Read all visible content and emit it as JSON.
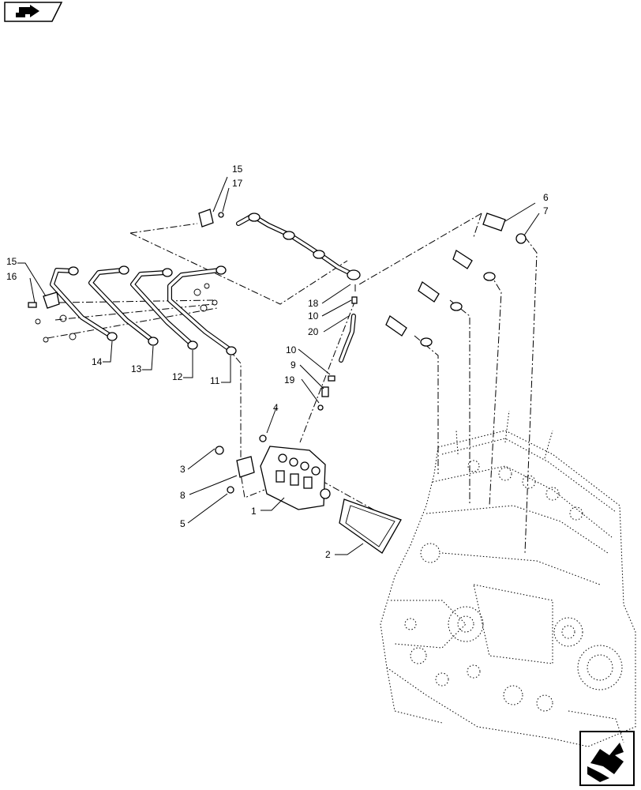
{
  "icons": {
    "top_left": "page-return-icon",
    "bottom_right": "navigate-arrow-icon"
  },
  "callouts": {
    "c15a": "15",
    "c17": "17",
    "c6": "6",
    "c7": "7",
    "c15b": "15",
    "c16": "16",
    "c14": "14",
    "c13": "13",
    "c12": "12",
    "c11": "11",
    "c18": "18",
    "c10a": "10",
    "c20": "20",
    "c10b": "10",
    "c9": "9",
    "c19": "19",
    "c4": "4",
    "c3": "3",
    "c8": "8",
    "c5": "5",
    "c1": "1",
    "c2": "2"
  }
}
